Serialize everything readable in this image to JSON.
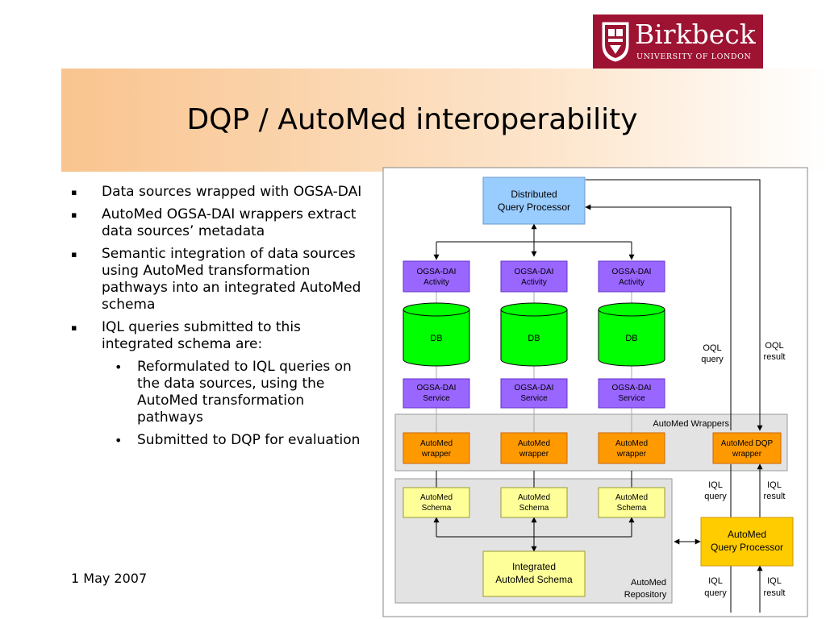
{
  "slide": {
    "title": "DQP / AutoMed interoperability",
    "date": "1 May 2007"
  },
  "logo": {
    "name": "Birkbeck",
    "subtitle": "UNIVERSITY OF LONDON"
  },
  "bullets": [
    {
      "text": "Data sources wrapped with OGSA-DAI",
      "level": 1
    },
    {
      "text": "AutoMed OGSA-DAI wrappers extract data sources’ metadata",
      "level": 1
    },
    {
      "text": "Semantic integration of data sources using AutoMed transformation pathways into an integrated AutoMed schema",
      "level": 1
    },
    {
      "text": "IQL queries submitted to this integrated schema are:",
      "level": 1
    },
    {
      "text": "Reformulated to IQL queries on the data sources, using the AutoMed transformation pathways",
      "level": 2
    },
    {
      "text": "Submitted to DQP for evaluation",
      "level": 2
    }
  ],
  "bullet_markers": {
    "level1": "▪",
    "level2": "•"
  },
  "diagram": {
    "dqp": [
      "Distributed",
      "Query Processor"
    ],
    "activity": [
      "OGSA-DAI",
      "Activity"
    ],
    "db": "DB",
    "service": [
      "OGSA-DAI",
      "Service"
    ],
    "wrappers_group": "AutoMed Wrappers",
    "wrapper": [
      "AutoMed",
      "wrapper"
    ],
    "dqp_wrapper": [
      "AutoMed DQP",
      "wrapper"
    ],
    "schema": [
      "AutoMed",
      "Schema"
    ],
    "integrated": [
      "Integrated",
      "AutoMed Schema"
    ],
    "repository": [
      "AutoMed",
      "Repository"
    ],
    "query_processor": [
      "AutoMed",
      "Query Processor"
    ],
    "oql_query": [
      "OQL",
      "query"
    ],
    "oql_result": [
      "OQL",
      "result"
    ],
    "iql_query": [
      "IQL",
      "query"
    ],
    "iql_result": [
      "IQL",
      "result"
    ],
    "colors": {
      "dqp": "#99ccff",
      "ogsa": "#9966ff",
      "db": "#00ff00",
      "wrapper": "#ff9900",
      "schema": "#ffff99",
      "processor": "#ffcc00",
      "group": "#e3e3e3"
    }
  }
}
